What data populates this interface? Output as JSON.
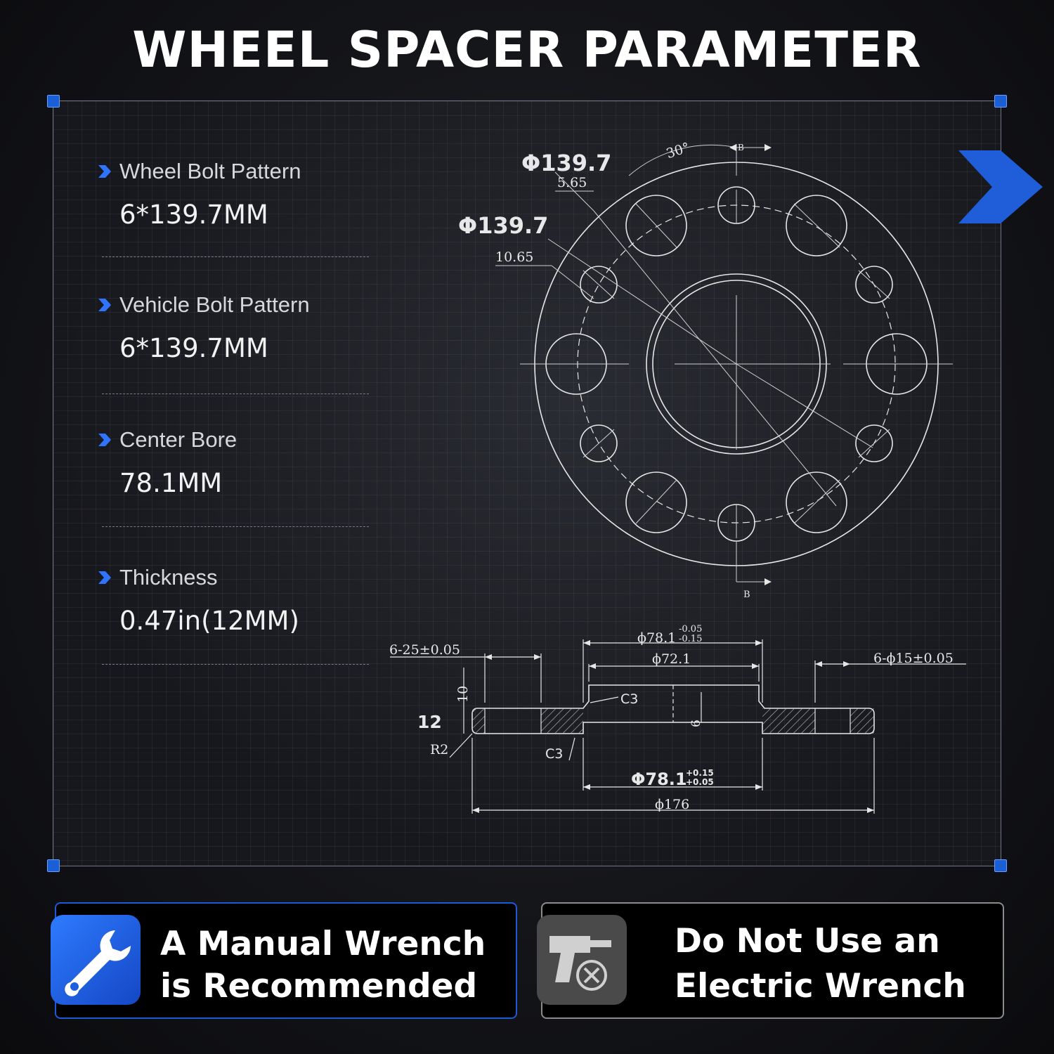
{
  "title": "WHEEL SPACER PARAMETER",
  "specs": [
    {
      "label": "Wheel Bolt Pattern",
      "value": "6*139.7MM"
    },
    {
      "label": "Vehicle Bolt Pattern",
      "value": "6*139.7MM"
    },
    {
      "label": "Center Bore",
      "value": "78.1MM"
    },
    {
      "label": "Thickness",
      "value": "0.47in(12MM)"
    }
  ],
  "drawing": {
    "front": {
      "dim_a": "Φ139.7",
      "dim_a_sub": "5.65",
      "dim_b": "Φ139.7",
      "dim_b_sub": "10.65",
      "angle": "30°",
      "section_top": "B",
      "section_bottom": "B"
    },
    "side": {
      "hole_left": "6-25±0.05",
      "bore_top_main": "ϕ78.1",
      "bore_top_tol_upper": "-0.05",
      "bore_top_tol_lower": "-0.15",
      "inner": "ϕ72.1",
      "hole_right": "6-ϕ15±0.05",
      "chamfer_top": "C3",
      "chamfer_bottom": "C3",
      "height_10": "10",
      "thickness": "12",
      "height_6": "6",
      "radius": "R2",
      "bore_bottom_main": "Φ78.1",
      "bore_bottom_tol_upper": "+0.15",
      "bore_bottom_tol_lower": "+0.05",
      "outer": "ϕ176"
    }
  },
  "cards": {
    "left": {
      "line1": "A Manual Wrench",
      "line2": "is Recommended",
      "icon": "wrench-icon",
      "icon_color": "#1c5fe0"
    },
    "right": {
      "line1": "Do Not Use an",
      "line2": "Electric Wrench",
      "icon": "no-electric-drill-icon",
      "icon_color": "#4a4a4a"
    }
  },
  "colors": {
    "accent": "#1a5fd6",
    "background": "#141519",
    "line": "#e6e6e6"
  }
}
